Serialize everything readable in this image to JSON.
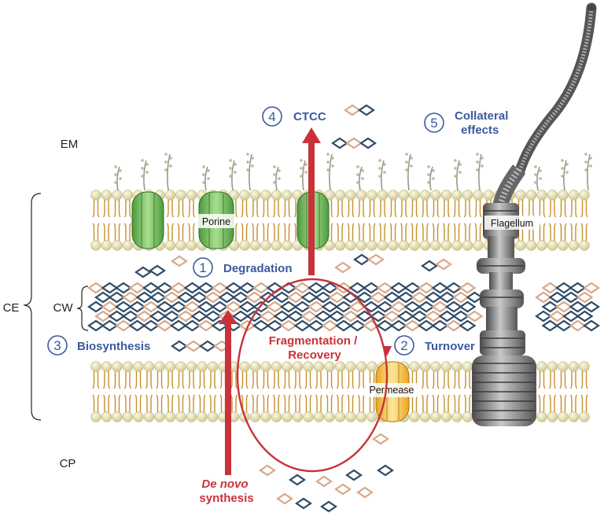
{
  "regions": {
    "em": "EM",
    "ce": "CE",
    "cw": "CW",
    "cp": "CP"
  },
  "steps": [
    {
      "num": "1",
      "label": "Degradation"
    },
    {
      "num": "2",
      "label": "Turnover"
    },
    {
      "num": "3",
      "label": "Biosynthesis"
    },
    {
      "num": "4",
      "label": "CTCC"
    },
    {
      "num": "5",
      "label_line1": "Collateral",
      "label_line2": "effects"
    }
  ],
  "cycle": {
    "line1": "Fragmentation /",
    "line2": "Recovery"
  },
  "de_novo": {
    "line1": "De novo",
    "line2": "synthesis"
  },
  "proteins": {
    "porine": "Porine",
    "permease": "Permease",
    "flagellum": "Flagellum"
  },
  "colors": {
    "step_blue": "#3a5aa0",
    "arrow_red": "#c8323a",
    "porine_green": "#7cc46a",
    "permease_yellow": "#f5c14b",
    "lipid_head": "#e8e2b2",
    "lipid_tail": "#c8902a",
    "diamond_dark": "#2e4a66",
    "diamond_light": "#d8a888",
    "flagellum_gray": "#7a7a7a"
  },
  "icons": {
    "step_marker": "numbered-circle-icon",
    "arrow": "arrow-icon",
    "muropeptide": "diamond-icon"
  }
}
